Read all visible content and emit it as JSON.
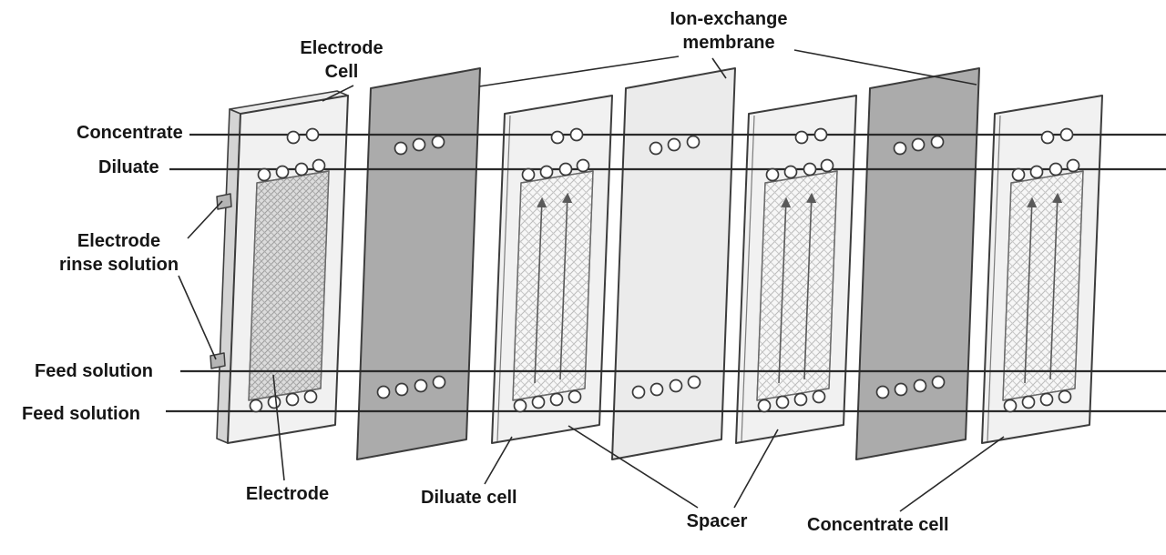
{
  "labels": {
    "ion_exchange_membrane": "Ion-exchange\nmembrane",
    "electrode_cell": "Electrode\nCell",
    "concentrate": "Concentrate",
    "diluate": "Diluate",
    "electrode_rinse_solution": "Electrode\nrinse solution",
    "feed_solution_top": "Feed solution",
    "feed_solution_bottom": "Feed solution",
    "electrode": "Electrode",
    "diluate_cell": "Diluate cell",
    "spacer": "Spacer",
    "concentrate_cell": "Concentrate cell"
  },
  "colors": {
    "background": "#ffffff",
    "line": "#2a2a2a",
    "plate_stroke": "#3d3d3d",
    "cell_fill": "#f1f1f1",
    "cell_side_fill": "#d4d4d4",
    "cell_top_fill": "#e8e8e8",
    "membrane_dark": "#ababab",
    "membrane_light": "#ebebeb",
    "electrode_window": "#dcdcdc",
    "spacer_window": "#f7f7f7",
    "hole_fill": "#ffffff",
    "tab_fill": "#b5b5b5",
    "arrow": "#5a5a5a"
  }
}
